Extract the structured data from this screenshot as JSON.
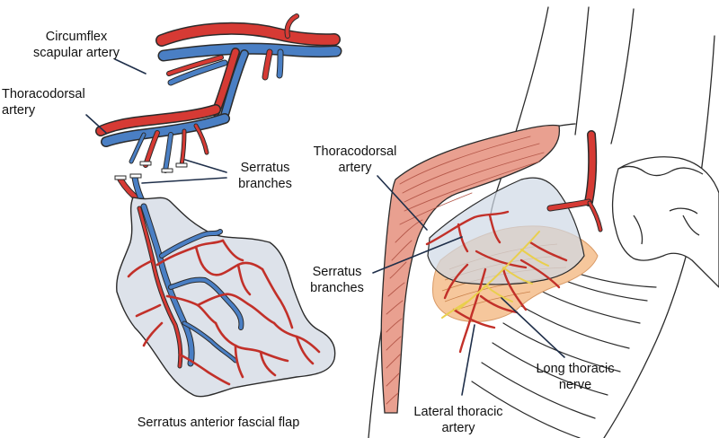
{
  "labels": {
    "circumflex": "Circumflex\nscapular artery",
    "thoracodorsal_left": "Thoracodorsal\nartery",
    "serratus_left": "Serratus\nbranches",
    "flap_caption": "Serratus anterior fascial flap",
    "thoracodorsal_right": "Thoracodorsal\nartery",
    "serratus_right": "Serratus\nbranches",
    "long_thoracic": "Long thoracic\nnerve",
    "lateral_thoracic": "Lateral thoracic\nartery"
  },
  "colors": {
    "artery": "#d63a34",
    "artery_highlight": "#f2a59b",
    "vein": "#4a7fc4",
    "vein_highlight": "#a9c7ea",
    "fascia": "#dde2ea",
    "muscle": "#e9a090",
    "muscle_fiber": "#b5584a",
    "serratus_orange": "#f6c79c",
    "nerve": "#e9cf4d",
    "outline": "#2b2b2b",
    "leader": "#1f2f4a"
  }
}
